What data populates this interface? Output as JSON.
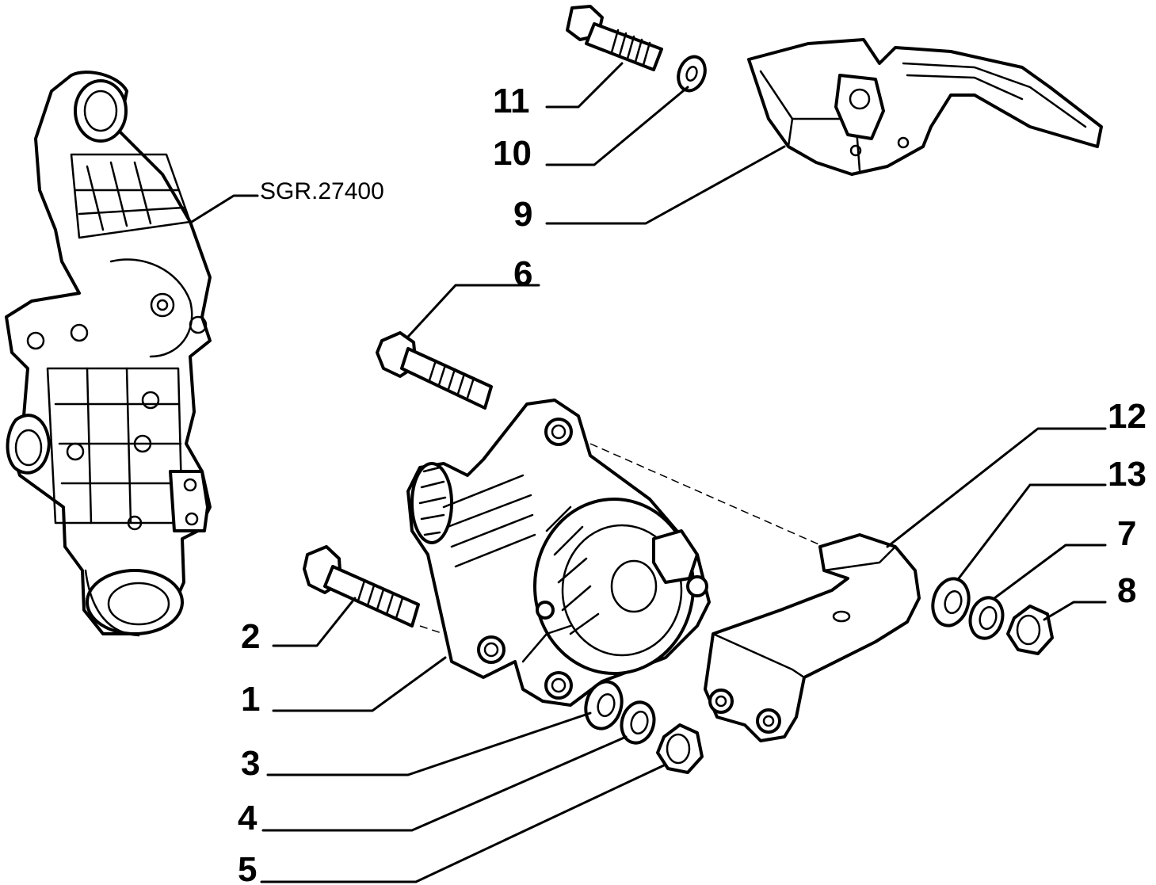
{
  "reference": {
    "label": "SGR.27400"
  },
  "callouts": {
    "c1": "1",
    "c2": "2",
    "c3": "3",
    "c4": "4",
    "c5": "5",
    "c6": "6",
    "c7": "7",
    "c8": "8",
    "c9": "9",
    "c10": "10",
    "c11": "11",
    "c12": "12",
    "c13": "13"
  }
}
